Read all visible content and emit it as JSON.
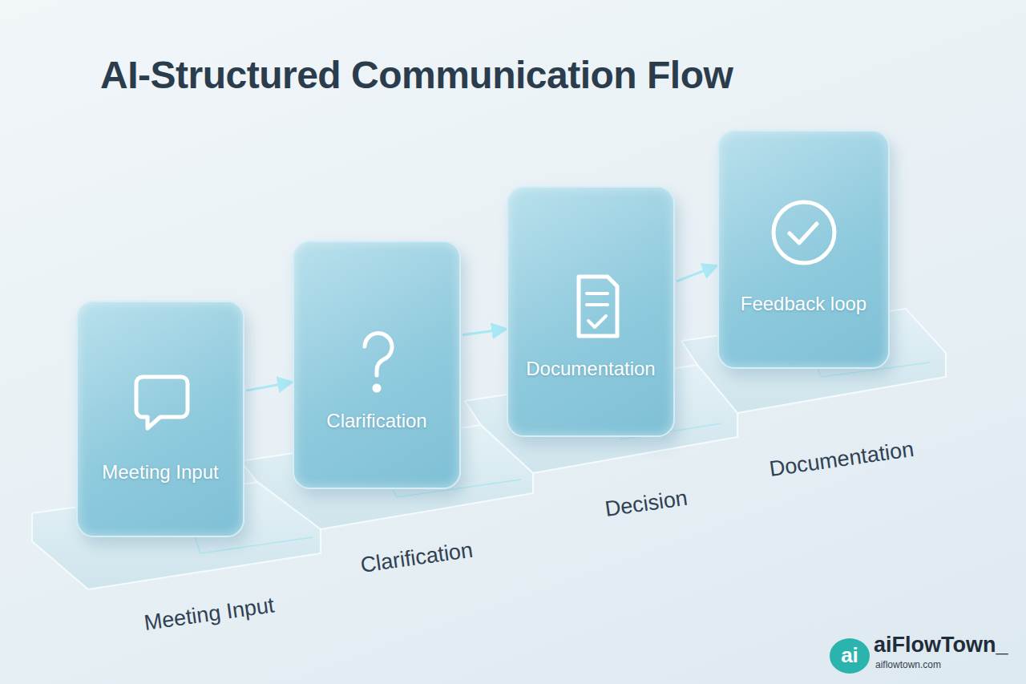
{
  "diagram": {
    "title": "AI-Structured Communication Flow",
    "nodes": [
      {
        "text": [
          "Meeting Input"
        ]
      },
      {
        "text": [
          "Clarification"
        ]
      },
      {
        "text": [
          "Documentation"
        ]
      },
      {
        "text": [
          "Feedback loop"
        ]
      },
      {
        "text": [
          "ai"
        ]
      }
    ],
    "edges": [
      {
        "from": 0,
        "to": 1,
        "arrow": "to"
      },
      {
        "from": 1,
        "to": 2,
        "arrow": "to"
      },
      {
        "from": 2,
        "to": 3,
        "arrow": "to"
      }
    ],
    "labels": [
      "Meeting Input",
      "Clarification",
      "Decision",
      "Documentation",
      "aiFlowTown_",
      "aiflowtown.com"
    ]
  }
}
